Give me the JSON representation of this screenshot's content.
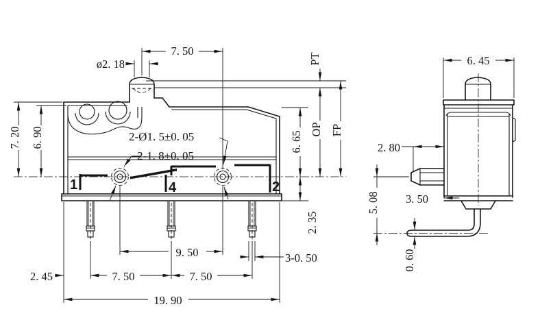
{
  "drawing_type": "micro-switch dimensional drawing",
  "colors": {
    "line": "#141414",
    "background": "#ffffff"
  },
  "front_view": {
    "labels": {
      "top_span": "7. 50",
      "plunger_dia": "ø2. 18",
      "pt": "PT",
      "h_outer": "7. 20",
      "h_inner": "6. 90",
      "holes_note_dia": "2-Ø1. 5±0. 05",
      "holes_note_width": "2-1. 8±0. 05",
      "body_h": "6. 65",
      "op": "OP",
      "fp": "FP",
      "below_h": "2. 35",
      "hole_span": "9. 50",
      "pin_w": "3-0. 50",
      "edge_to_pin": "2. 45",
      "pitch_left": "7. 50",
      "pitch_right": "7. 50",
      "total_w": "19. 90"
    },
    "terminals": {
      "t1": "1",
      "t4": "4",
      "t2": "2"
    }
  },
  "side_view": {
    "labels": {
      "body_w": "6. 45",
      "pin_len": "2. 80",
      "lever_off": "3. 50",
      "lever_drop": "5. 08",
      "lever_t": "0. 60"
    }
  }
}
